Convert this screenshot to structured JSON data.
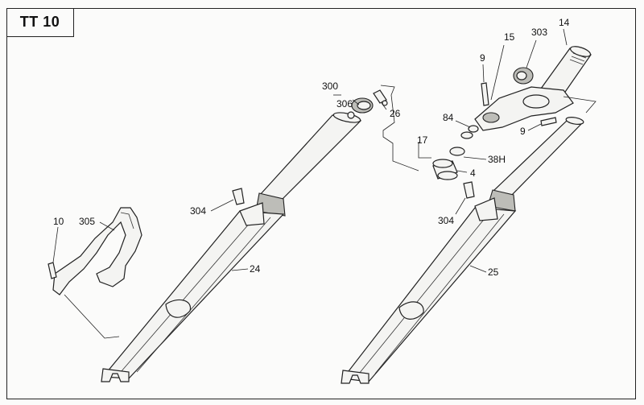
{
  "title": "TT 10",
  "labels": {
    "l300": "300",
    "l306": "306",
    "l26": "26",
    "l15": "15",
    "l303": "303",
    "l14": "14",
    "l9a": "9",
    "l9b": "9",
    "l84": "84",
    "l17": "17",
    "l38h": "38H",
    "l4": "4",
    "l304a": "304",
    "l304b": "304",
    "l10": "10",
    "l305": "305",
    "l24": "24",
    "l25": "25"
  }
}
